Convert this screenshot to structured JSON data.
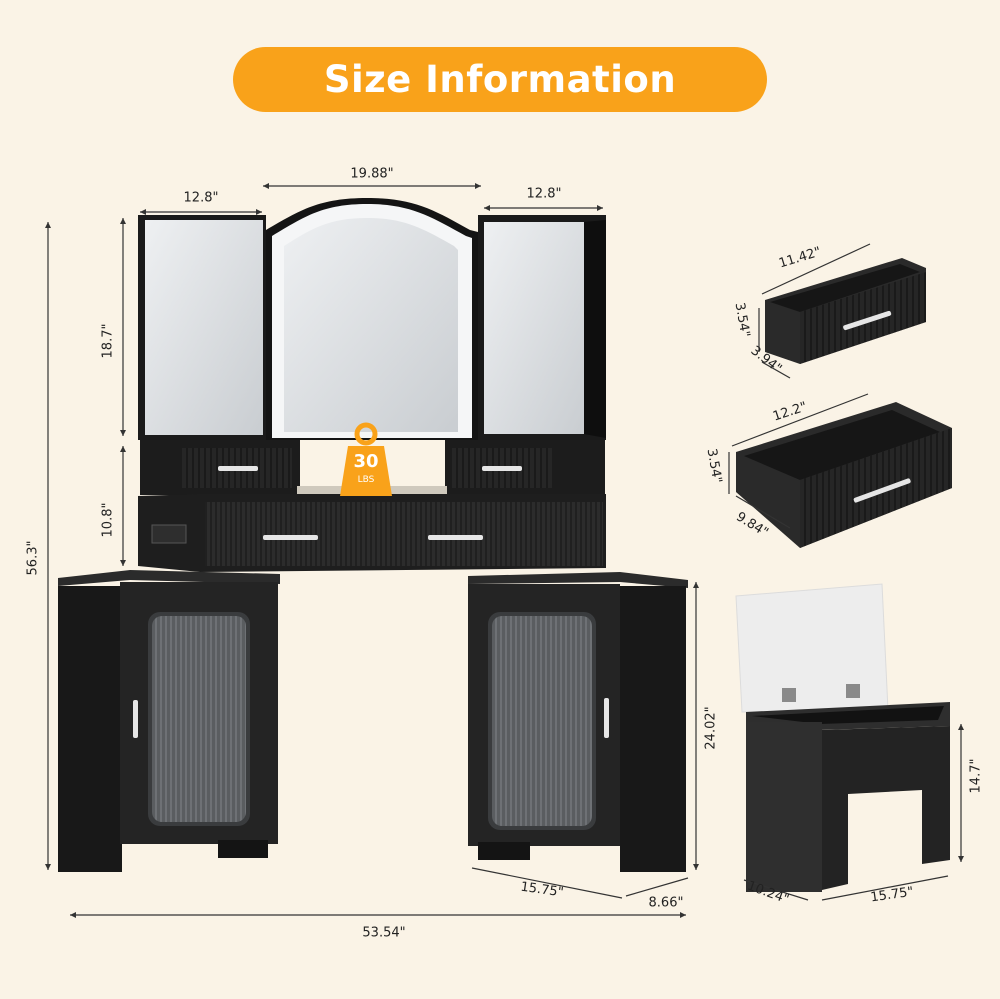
{
  "header": {
    "title": "Size Information"
  },
  "badge": {
    "weight": "30",
    "unit": "LBS"
  },
  "dimensions": {
    "mirror_left_width": "12.8\"",
    "mirror_center_width": "19.88\"",
    "mirror_right_width": "12.8\"",
    "mirror_height": "18.7\"",
    "drawer_section_height": "10.8\"",
    "total_height": "56.3\"",
    "cabinet_height": "24.02\"",
    "cabinet_width": "15.75\"",
    "cabinet_depth": "8.66\"",
    "total_width": "53.54\"",
    "small_drawer_width": "11.42\"",
    "small_drawer_height": "3.54\"",
    "small_drawer_depth": "3.94\"",
    "large_drawer_width": "12.2\"",
    "large_drawer_height": "3.54\"",
    "large_drawer_depth": "9.84\"",
    "stool_height": "14.7\"",
    "stool_depth": "10.24\"",
    "stool_width": "15.75\""
  },
  "colors": {
    "accent": "#f9a21a",
    "background": "#faf3e6",
    "furniture": "#1e1e1e"
  }
}
